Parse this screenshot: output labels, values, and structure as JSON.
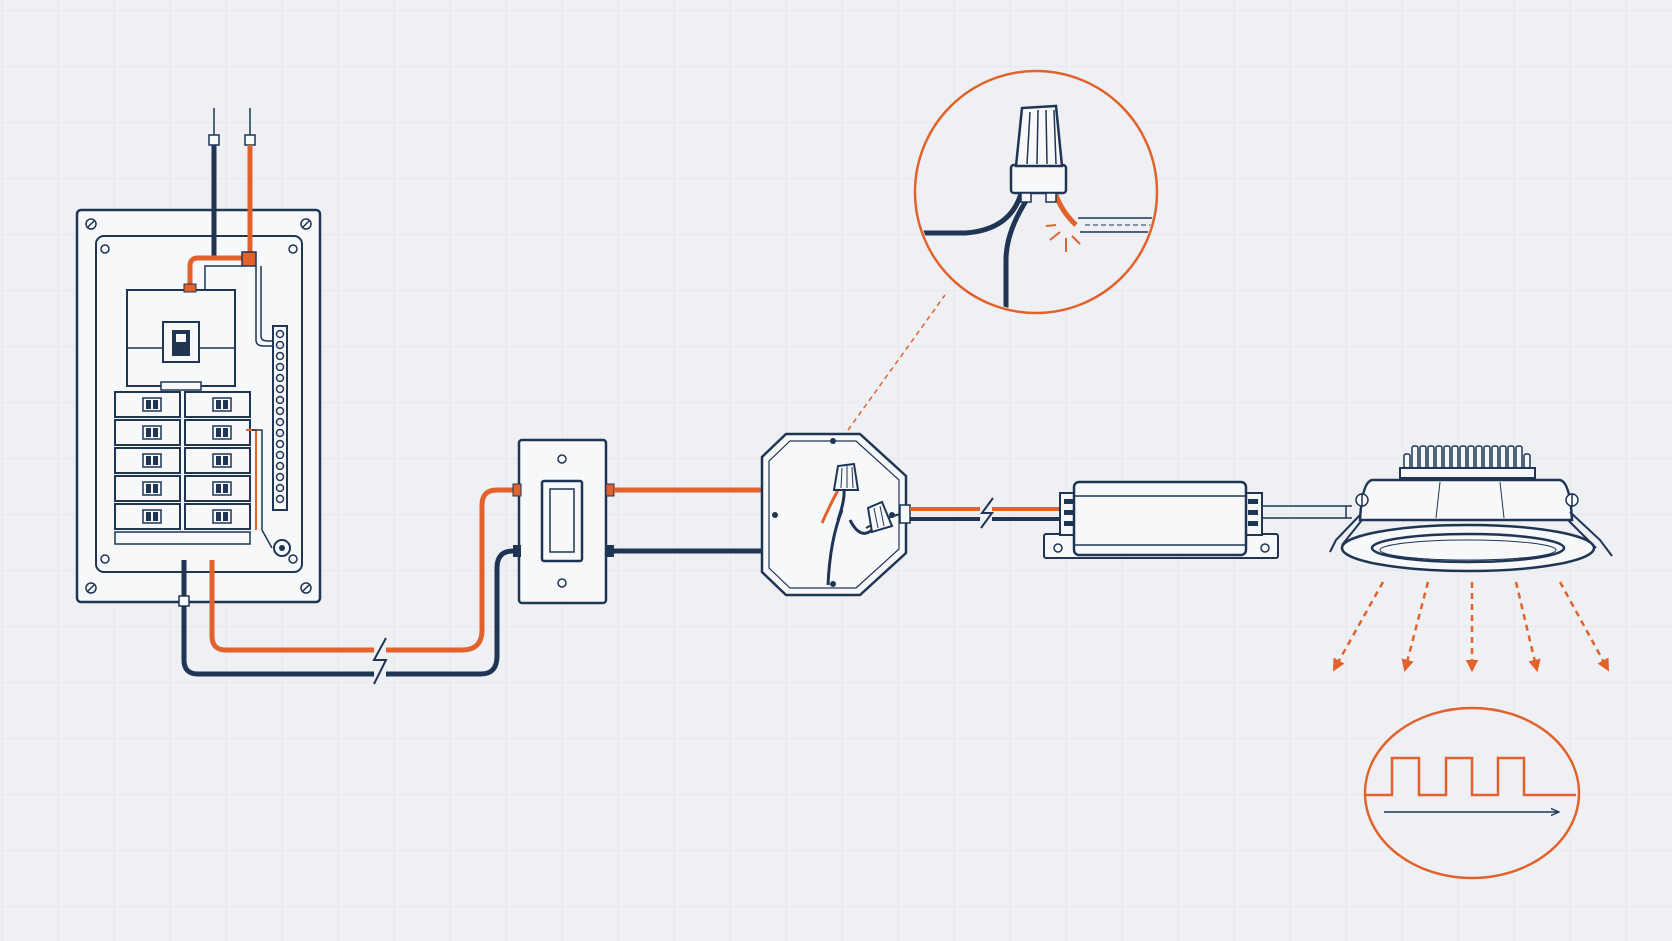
{
  "diagram": {
    "style": "blueprint line drawing, no visible text",
    "background": "#eef0f4",
    "grid_color": "#dde1e8",
    "colors": {
      "neutral_wire": "#1f3553",
      "hot_wire": "#e2622b",
      "outline": "#1f3553",
      "fill": "#f7f8fa"
    },
    "components": [
      {
        "id": "breaker-panel",
        "kind": "electrical panel with breakers"
      },
      {
        "id": "wall-switch",
        "kind": "toggle switch"
      },
      {
        "id": "junction-box",
        "kind": "octagonal junction box with wire nuts"
      },
      {
        "id": "zoom-callout",
        "kind": "magnified wire-nut splice with loose hot wire"
      },
      {
        "id": "led-driver",
        "kind": "rectangular LED driver"
      },
      {
        "id": "downlight",
        "kind": "recessed LED downlight with heat sink"
      },
      {
        "id": "waveform-callout",
        "kind": "square-wave flicker indicator"
      }
    ],
    "light_ray_count": 5
  }
}
